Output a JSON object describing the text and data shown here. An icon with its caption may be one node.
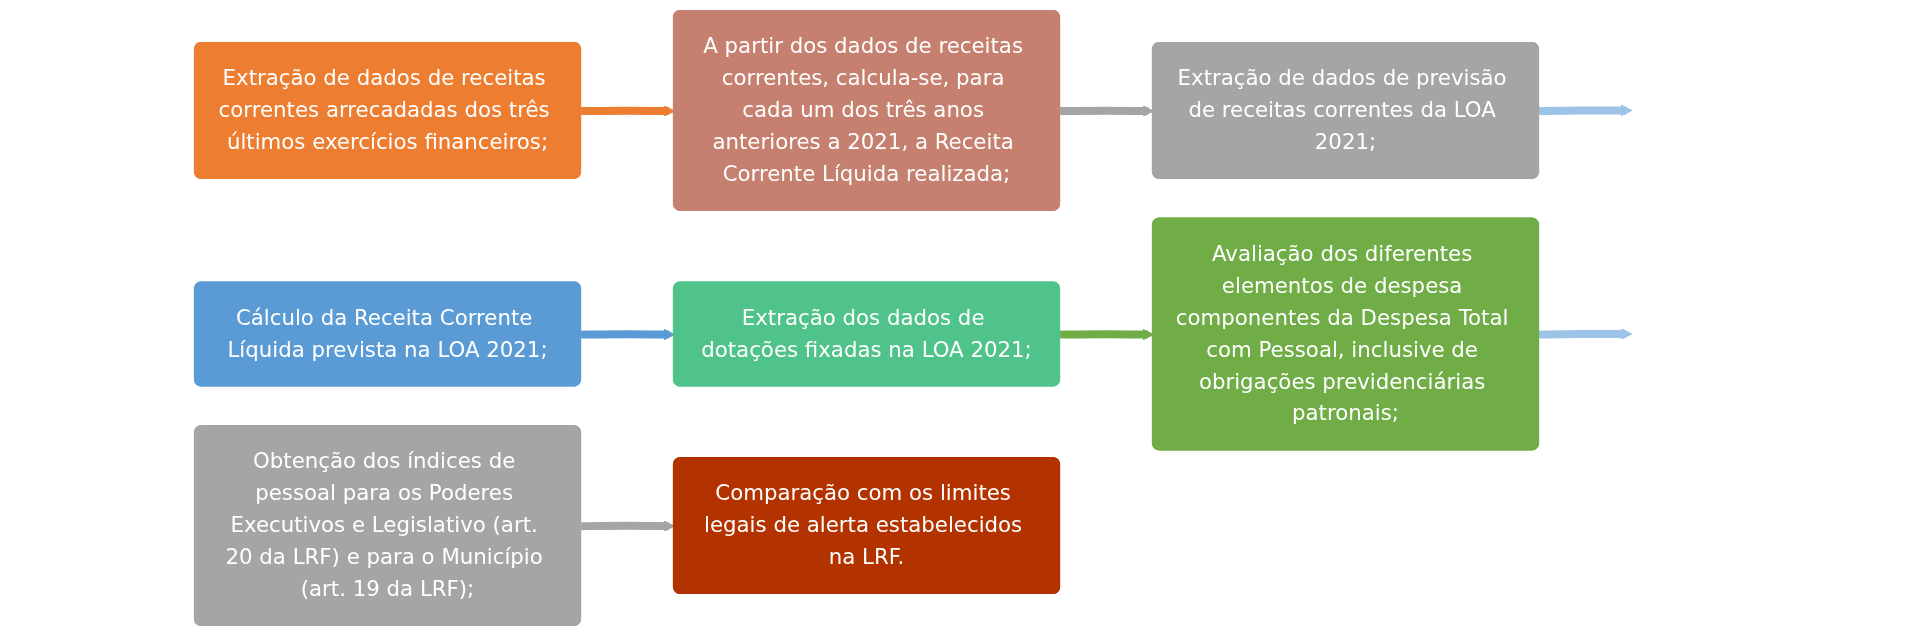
{
  "diagram": {
    "nodes": [
      {
        "text": [
          "Extração de dados de receitas correntes arrecadadas dos três últimos exercícios financeiros;"
        ]
      },
      {
        "text": [
          "A partir dos dados de receitas correntes, calcula-se, para cada um dos três anos anteriores a 2021, a Receita Corrente Líquida realizada;"
        ]
      },
      {
        "text": [
          "Extração de dados de previsão de receitas correntes da LOA 2021;"
        ]
      },
      {
        "text": [
          "Cálculo da Receita Corrente Líquida prevista na LOA 2021;"
        ]
      },
      {
        "text": [
          "Extração dos dados de dotações fixadas na LOA 2021;"
        ]
      },
      {
        "text": [
          "Avaliação dos diferentes elementos de despesa componentes da Despesa Total com Pessoal, inclusive de obrigações previdenciárias patronais;"
        ]
      },
      {
        "text": [
          "Obtenção dos índices de pessoal para os Poderes Executivos e Legislativo (art. 20 da LRF) e para o Município (art. 19 da LRF);"
        ]
      },
      {
        "text": [
          "Comparação com os limites legais de alerta estabelecidos na LRF."
        ]
      }
    ],
    "edges": [
      {
        "from": 0,
        "to": 1,
        "arrow": "to",
        "color": "#ed7d31"
      },
      {
        "from": 1,
        "to": 2,
        "arrow": "to",
        "color": "#a5a5a5"
      },
      {
        "from": 2,
        "to": null,
        "arrow": "to",
        "color": "#9dc3e6"
      },
      {
        "from": 3,
        "to": 4,
        "arrow": "to",
        "color": "#5b9bd5"
      },
      {
        "from": 4,
        "to": 5,
        "arrow": "to",
        "color": "#70ad47"
      },
      {
        "from": 5,
        "to": null,
        "arrow": "to",
        "color": "#9dc3e6"
      },
      {
        "from": 6,
        "to": 7,
        "arrow": "to",
        "color": "#a5a5a5"
      }
    ]
  }
}
